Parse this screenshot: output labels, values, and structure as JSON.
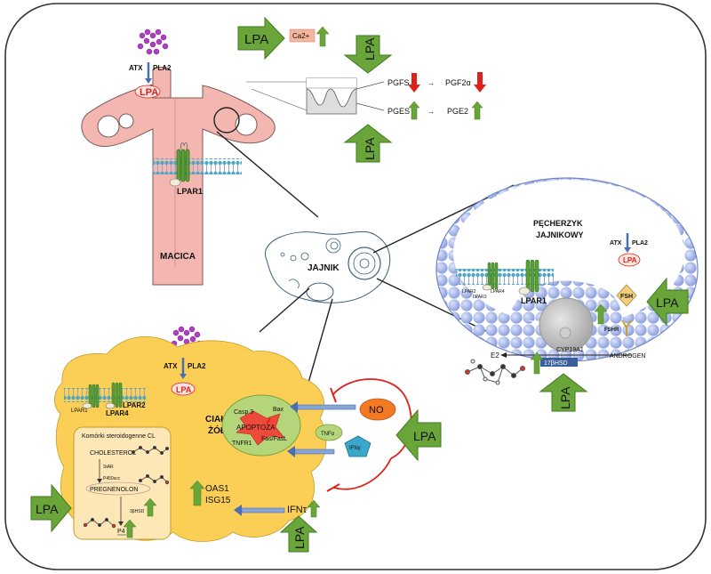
{
  "uterus": {
    "label": "MACICA",
    "atx": "ATX",
    "pla2": "PLA2",
    "lpa": "LPA",
    "receptor": "LPAR1"
  },
  "ovary": {
    "label": "JAJNIK"
  },
  "follicle": {
    "title1": "PĘCHERZYK",
    "title2": "JAJNIKOWY",
    "atx": "ATX",
    "pla2": "PLA2",
    "lpa": "LPA",
    "lpar_small": [
      "LPAR2",
      "LPAR4",
      "LPAR3"
    ],
    "lpar1": "LPAR1",
    "fsh": "FSH",
    "fshr": "FSHR",
    "e2": "E2",
    "cyp": "CYP19A1",
    "hsd": "17βHSD",
    "androgen": "ANDROGEN"
  },
  "prostaglandins": {
    "pgfs": "PGFS",
    "pgf2a": "PGF2α",
    "pges": "PGES",
    "pge2": "PGE2",
    "ca": "Ca2+"
  },
  "corpus_luteum": {
    "title1": "CIAŁKO",
    "title2": "ŻÓŁTE",
    "atx": "ATX",
    "pla2": "PLA2",
    "lpa": "LPA",
    "lpar1": "LPAR1",
    "lpar2": "LPAR2",
    "lpar4": "LPAR4",
    "cells_title": "Komórki steroidogenne CL",
    "cholesterol": "CHOLESTEROL",
    "star": "StAR",
    "p450": "P450scc",
    "pregnenolon": "PREGNENOLON",
    "hsd": "3βHSD",
    "p4": "P4",
    "oas1": "OAS1",
    "isg15": "ISG15",
    "ifnt": "IFNτ",
    "casp3": "Casp 3",
    "bax": "Bax",
    "apoptoza": "APOPTOZA",
    "tnfr1": "TNFR1",
    "fas": "Fas/FasL",
    "no": "NO",
    "tnfa": "TNFα",
    "ifng": "IFNγ"
  },
  "lpa_arrow_label": "LPA",
  "colors": {
    "green": "#6aa53a",
    "green_dark": "#3f7a1e",
    "red": "#e0211b",
    "yellow": "#fbcf55",
    "pink": "#f4b6b1",
    "blue_bead": "#a3b4e8"
  }
}
